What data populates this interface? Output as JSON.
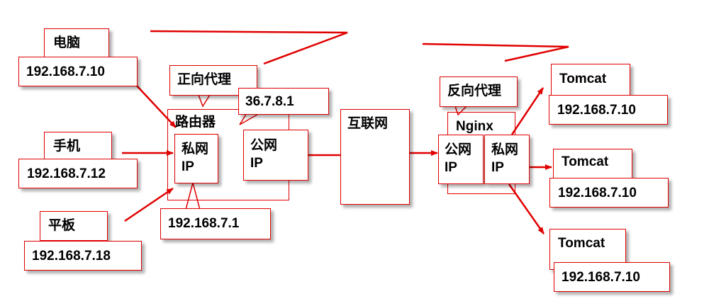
{
  "devices": {
    "computer_label": "电脑",
    "computer_ip": "192.168.7.10",
    "phone_label": "手机",
    "phone_ip": "192.168.7.12",
    "tablet_label": "平板",
    "tablet_ip": "192.168.7.18"
  },
  "forward_proxy_label": "正向代理",
  "public_ip": "36.7.8.1",
  "router": {
    "label": "路由器",
    "private_ip_label": "私网 IP",
    "public_ip_label": "公网 IP",
    "lan_ip": "192.168.7.1"
  },
  "internet_label": "互联网",
  "reverse_proxy_label": "反向代理",
  "nginx": {
    "label": "Nginx",
    "public_ip_label": "公网 IP",
    "private_ip_label": "私网 IP"
  },
  "servers": [
    {
      "label": "Tomcat",
      "ip": "192.168.7.10"
    },
    {
      "label": "Tomcat",
      "ip": "192.168.7.10"
    },
    {
      "label": "Tomcat",
      "ip": "192.168.7.10"
    }
  ],
  "colors": {
    "accent": "#e00000",
    "text": "#000000"
  }
}
